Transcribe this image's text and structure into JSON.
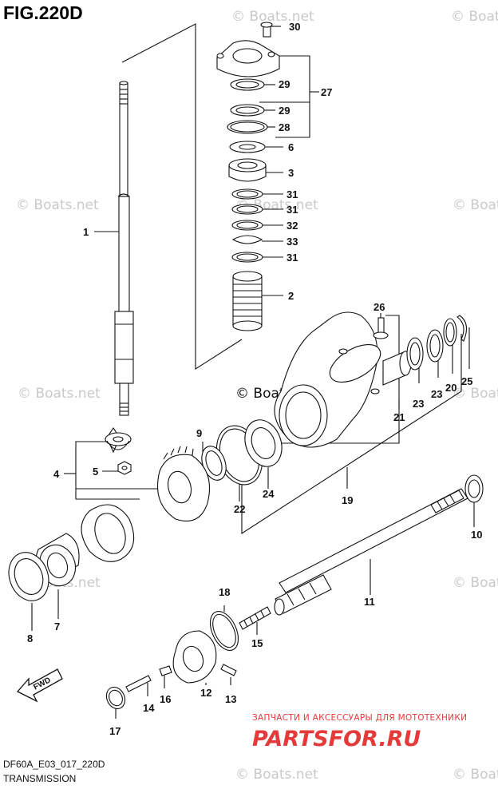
{
  "figure": {
    "title": "FIG.220D",
    "code": "DF60A_E03_017_220D",
    "name": "TRANSMISSION"
  },
  "watermark": {
    "text": "© Boats.net",
    "color": "#c9c9c9",
    "dark_color": "#111111"
  },
  "callouts": [
    "30",
    "29",
    "27",
    "29",
    "28",
    "6",
    "3",
    "31",
    "31",
    "32",
    "33",
    "31",
    "2",
    "26",
    "25",
    "20",
    "23",
    "23",
    "21",
    "19",
    "24",
    "22",
    "9",
    "1",
    "4",
    "5",
    "8",
    "7",
    "10",
    "11",
    "18",
    "15",
    "12",
    "13",
    "16",
    "14",
    "17"
  ],
  "direction_marker": "FWD",
  "advert": {
    "tagline": "ЗАПЧАСТИ И АКСЕССУАРЫ ДЛЯ МОТОТЕХНИКИ",
    "logo": "PARTSFOR.RU",
    "color": "#e53a3a"
  }
}
